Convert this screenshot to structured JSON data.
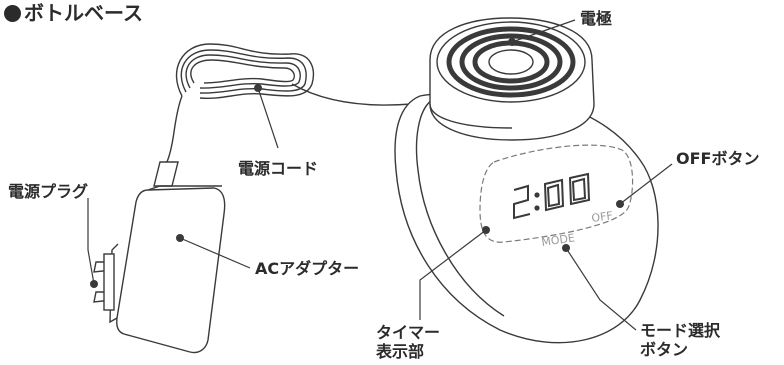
{
  "title": "ボトルベース",
  "labels": {
    "electrode": "電極",
    "power_cord": "電源コード",
    "power_plug": "電源プラグ",
    "ac_adapter": "ACアダプター",
    "off_button": "OFFボタン",
    "timer_display_line1": "タイマー",
    "timer_display_line2": "表示部",
    "mode_button_line1": "モード選択",
    "mode_button_line2": "ボタン"
  },
  "device": {
    "display_time": "2:00",
    "mode_text": "MODE",
    "off_text": "OFF"
  },
  "colors": {
    "line": "#3a3a3a",
    "panel_line": "#9a9a9a"
  }
}
